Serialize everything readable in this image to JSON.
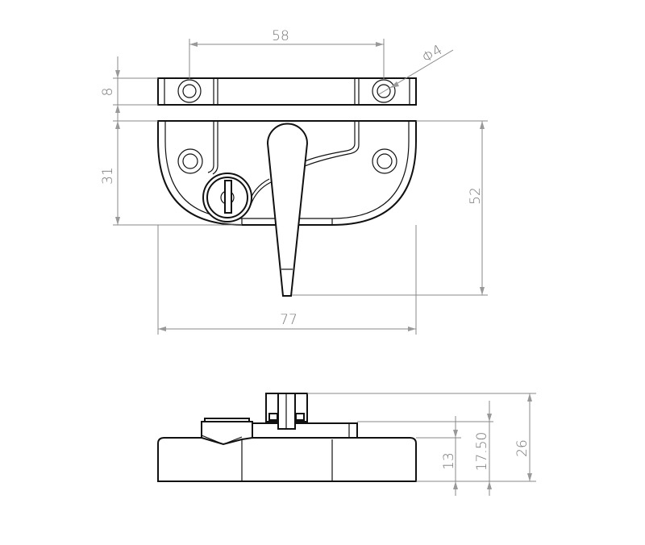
{
  "drawing": {
    "title_view": "top",
    "dimensions": {
      "hole_spacing": "58",
      "hole_diameter": "Φ4",
      "keeper_height": "8",
      "body_depth": "31",
      "overall_depth": "52",
      "overall_width": "77",
      "base_height": "13",
      "body_height": "17.50",
      "overall_height": "26"
    }
  }
}
